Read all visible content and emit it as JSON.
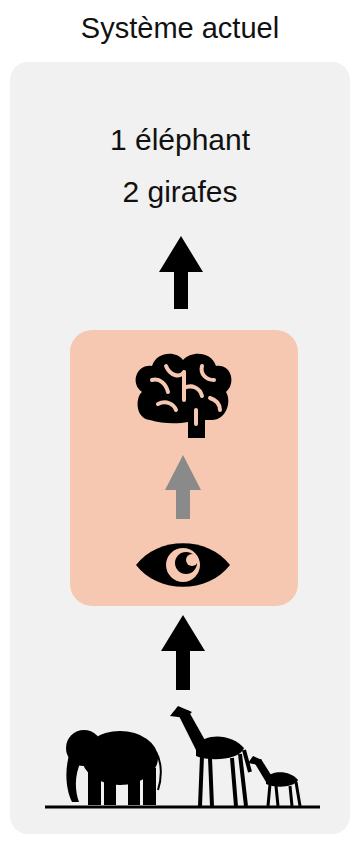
{
  "diagram": {
    "title": "Système actuel",
    "labels": [
      "1 éléphant",
      "2 girafes"
    ]
  }
}
